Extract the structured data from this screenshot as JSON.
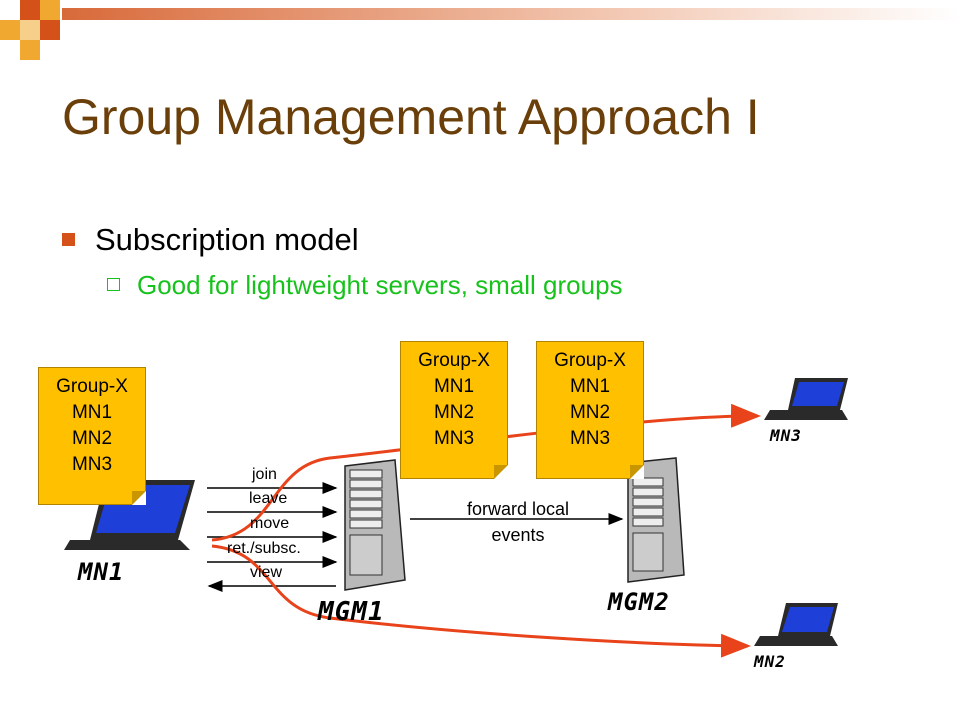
{
  "title": "Group Management Approach I",
  "bullets": {
    "level1": "Subscription model",
    "level2": "Good for lightweight servers, small groups"
  },
  "notes": [
    {
      "heading": "Group-X",
      "members": [
        "MN1",
        "MN2",
        "MN3"
      ]
    },
    {
      "heading": "Group-X",
      "members": [
        "MN1",
        "MN2",
        "MN3"
      ]
    },
    {
      "heading": "Group-X",
      "members": [
        "MN1",
        "MN2",
        "MN3"
      ]
    }
  ],
  "messages": [
    "join",
    "leave",
    "move",
    "ret./subsc.",
    "view"
  ],
  "forward_label": [
    "forward local",
    "events"
  ],
  "nodes": {
    "mn1": "MN1",
    "mgm1": "MGM1",
    "mgm2": "MGM2",
    "mn3": "MN3",
    "mn2": "MN2"
  },
  "colors": {
    "title": "#6b3f0a",
    "bullet_square": "#d4521a",
    "sub_bullet": "#18c21d",
    "note_fill": "#ffc000",
    "curve": "#e8431a"
  }
}
